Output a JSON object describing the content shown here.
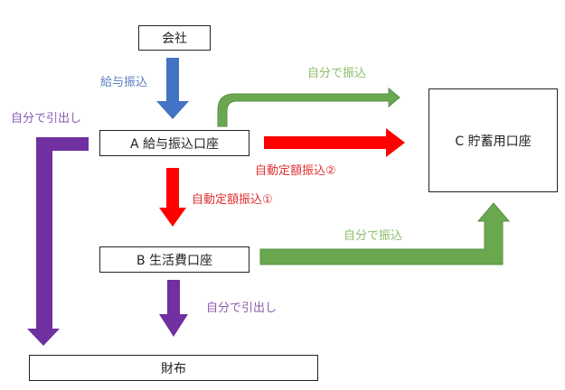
{
  "colors": {
    "blue": "#4472c4",
    "red": "#ff0000",
    "green": "#6aa84f",
    "purple": "#7030a0",
    "label_blue": "#5b7fc0",
    "label_red": "#e03030",
    "label_green": "#8bbd6a",
    "label_purple": "#8a5bb0"
  },
  "nodes": {
    "company": "会社",
    "account_a": "A 給与振込口座",
    "account_b": "B 生活費口座",
    "account_c": "C 貯蓄用口座",
    "wallet": "財布"
  },
  "edges": {
    "salary_transfer": "給与振込",
    "self_transfer_a_to_c": "自分で振込",
    "auto_transfer_2": "自動定額振込②",
    "auto_transfer_1": "自動定額振込①",
    "self_transfer_b_to_c": "自分で振込",
    "withdraw_a": "自分で引出し",
    "withdraw_b": "自分で引出し"
  }
}
